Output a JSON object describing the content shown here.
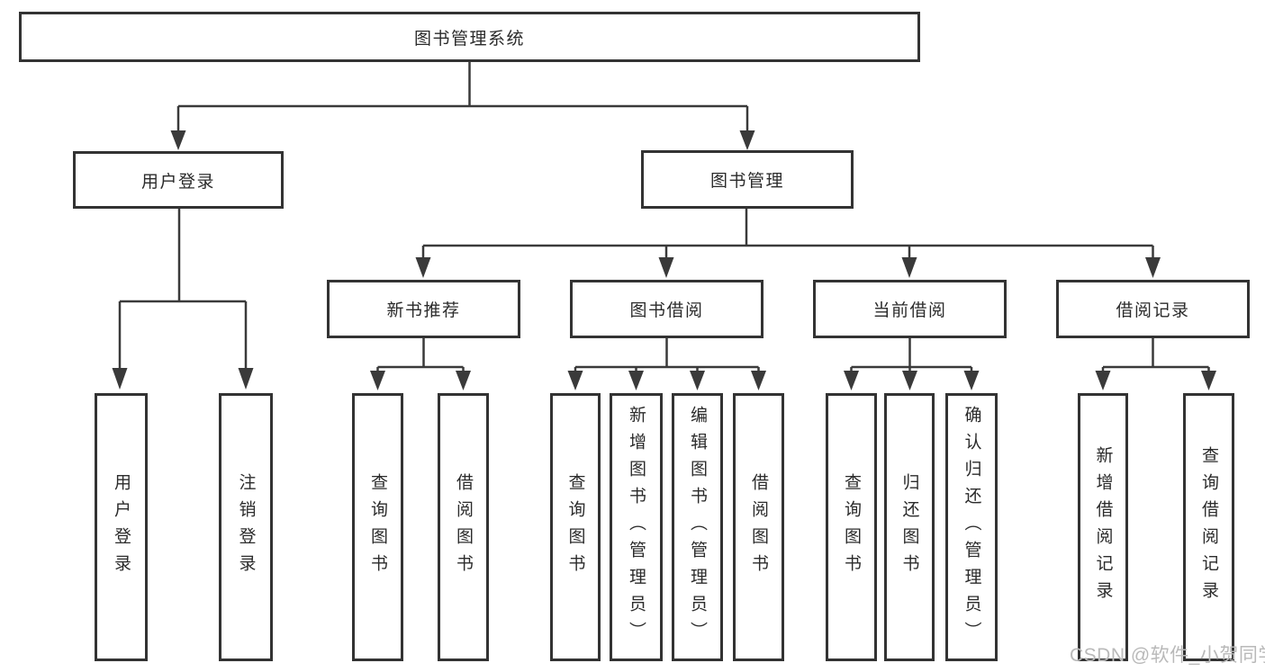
{
  "tree": {
    "root": {
      "label": "图书管理系统",
      "children": [
        {
          "label": "用户登录",
          "children": [
            {
              "label": "用户登录"
            },
            {
              "label": "注销登录"
            }
          ]
        },
        {
          "label": "图书管理",
          "children": [
            {
              "label": "新书推荐",
              "children": [
                {
                  "label": "查询图书"
                },
                {
                  "label": "借阅图书"
                }
              ]
            },
            {
              "label": "图书借阅",
              "children": [
                {
                  "label": "查询图书"
                },
                {
                  "label": "新增图书（管理员）"
                },
                {
                  "label": "编辑图书（管理员）"
                },
                {
                  "label": "借阅图书"
                }
              ]
            },
            {
              "label": "当前借阅",
              "children": [
                {
                  "label": "查询图书"
                },
                {
                  "label": "归还图书"
                },
                {
                  "label": "确认归还（管理员）"
                }
              ]
            },
            {
              "label": "借阅记录",
              "children": [
                {
                  "label": "新增借阅记录"
                },
                {
                  "label": "查询借阅记录"
                }
              ]
            }
          ]
        }
      ]
    }
  },
  "watermark": {
    "text": "CSDN @软件_小贺同学"
  },
  "colors": {
    "line": "#3a3a3a",
    "border": "#333333",
    "text": "#2b2b2b",
    "watermark": "#b9b9b9",
    "background": "#ffffff"
  }
}
